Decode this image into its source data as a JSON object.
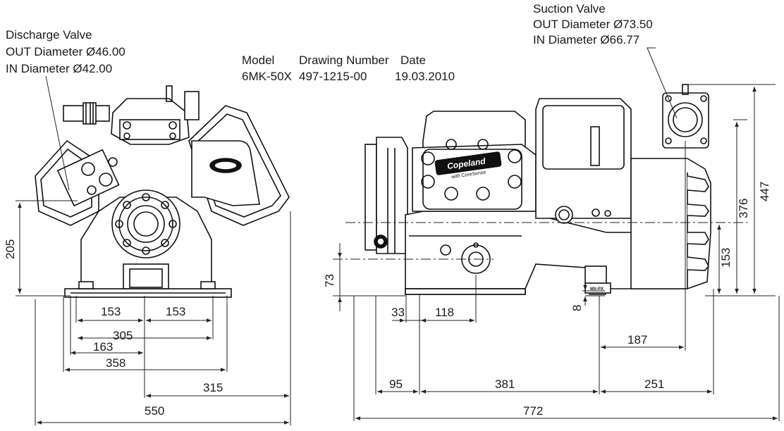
{
  "discharge_valve": {
    "title": "Discharge Valve",
    "out_diameter": "OUT Diameter Ø46.00",
    "in_diameter": "IN Diameter Ø42.00"
  },
  "suction_valve": {
    "title": "Suction Valve",
    "out_diameter": "OUT Diameter Ø73.50",
    "in_diameter": "IN Diameter Ø66.77"
  },
  "title_block": {
    "model_header": "Model",
    "drawing_header": "Drawing Number",
    "date_header": "Date",
    "model": "6MK-50X",
    "drawing_number": "497-1215-00",
    "date": "19.03.2010"
  },
  "front_view_dims": {
    "height_205": "205",
    "bolt_153_left": "153",
    "bolt_153_right": "153",
    "width_305": "305",
    "width_163": "163",
    "width_358": "358",
    "width_315": "315",
    "width_550": "550"
  },
  "side_view_dims": {
    "height_447": "447",
    "height_376": "376",
    "height_153": "153",
    "height_73": "73",
    "height_8": "8",
    "width_33": "33",
    "width_118": "118",
    "width_187": "187",
    "width_95": "95",
    "width_381": "381",
    "width_251": "251",
    "width_772": "772"
  },
  "nameplate": {
    "brand": "Copeland",
    "subtitle": "with CoreSense",
    "plate_tag": "MX-PX"
  }
}
